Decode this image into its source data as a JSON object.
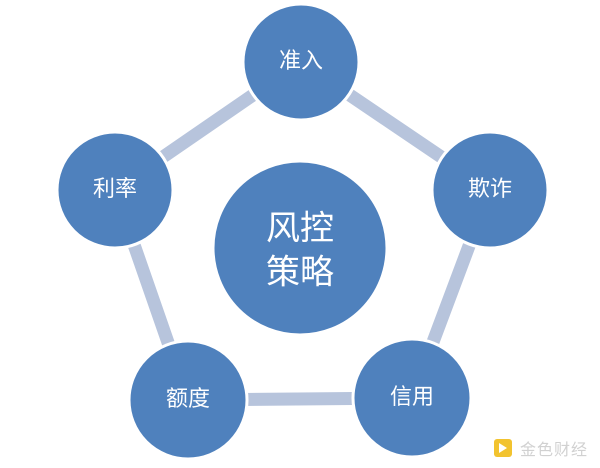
{
  "center": {
    "line1": "风控",
    "line2": "策略"
  },
  "nodes": [
    {
      "id": "zhunru",
      "label": "准入"
    },
    {
      "id": "qizha",
      "label": "欺诈"
    },
    {
      "id": "xinyong",
      "label": "信用"
    },
    {
      "id": "edu",
      "label": "额度"
    },
    {
      "id": "lilv",
      "label": "利率"
    }
  ],
  "colors": {
    "node_fill": "#4f81bd",
    "node_stroke": "#ffffff",
    "ring": "#b7c4dc",
    "watermark": "#c9c9c9",
    "watermark_accent": "#f0b90b"
  },
  "watermark": {
    "text": "金色财经"
  }
}
